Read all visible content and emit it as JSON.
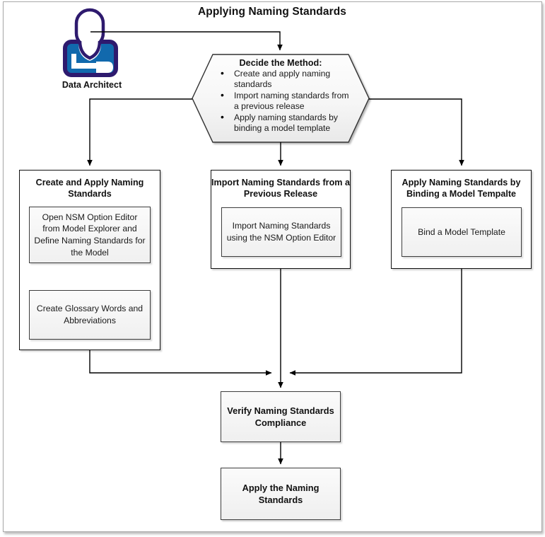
{
  "title": "Applying Naming Standards",
  "actor": {
    "label": "Data Architect",
    "icon": "person-icon",
    "outline_color": "#2e1a6e",
    "body_color": "#1169ad"
  },
  "decision": {
    "heading": "Decide the Method:",
    "options": [
      "Create and apply naming standards",
      "Import naming standards from a previous release",
      "Apply naming standards by binding a model template"
    ]
  },
  "branches": [
    {
      "title": "Create and Apply Naming Standards",
      "steps": [
        "Open NSM Option Editor from Model Explorer and Define Naming Standards for the Model",
        "Create Glossary Words and Abbreviations"
      ]
    },
    {
      "title": "Import Naming Standards from a Previous Release",
      "steps": [
        "Import Naming Standards using the NSM Option Editor"
      ]
    },
    {
      "title": "Apply Naming Standards by Binding a Model Tempalte",
      "steps": [
        "Bind a Model Template"
      ]
    }
  ],
  "results": [
    "Verify Naming Standards Compliance",
    "Apply the Naming Standards"
  ],
  "colors": {
    "line": "#000000",
    "container_border": "#111111",
    "inner_fill": "#f3f3f3",
    "page_border": "#a8a8a8"
  }
}
